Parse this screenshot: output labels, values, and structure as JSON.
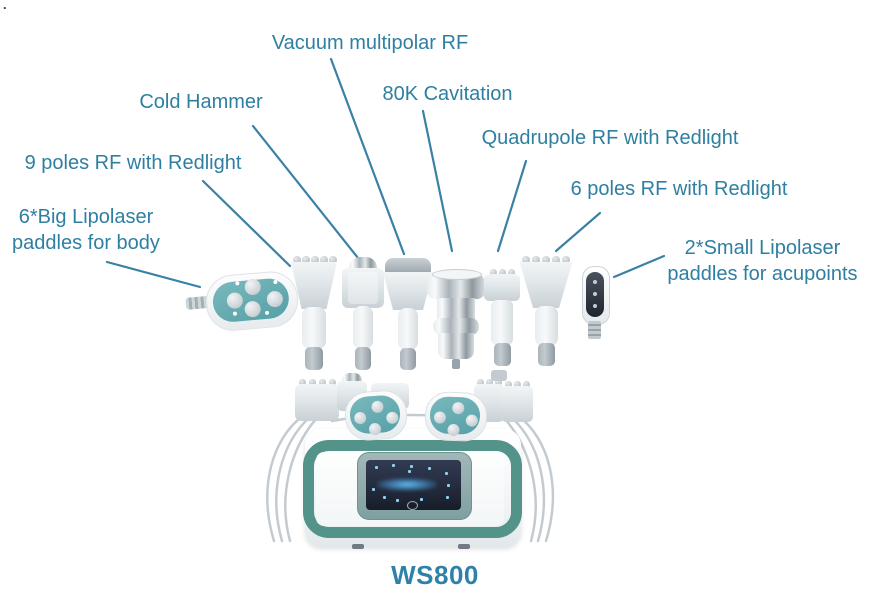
{
  "colors": {
    "label_text": "#2e7fa1",
    "leader_line": "#3a81a4",
    "model_text": "#2e81a8",
    "paddle_teal": "#63abb1",
    "machine_teal": "#54938a",
    "screen_glow": "#58b7ee"
  },
  "stray_mark": ".",
  "callouts": {
    "vacuum_rf": {
      "label": "Vacuum multipolar RF"
    },
    "cold_hammer": {
      "label": "Cold Hammer"
    },
    "cavitation_80k": {
      "label": "80K Cavitation"
    },
    "quadrupole_rf": {
      "label": "Quadrupole RF with Redlight"
    },
    "nine_poles_rf": {
      "label": "9 poles RF with Redlight"
    },
    "six_poles_rf": {
      "label": "6 poles RF with Redlight"
    },
    "big_lipolaser": {
      "line1": "6*Big Lipolaser",
      "line2": "paddles for body"
    },
    "small_lipolaser": {
      "line1": "2*Small Lipolaser",
      "line2": "paddles for acupoints"
    }
  },
  "product": {
    "model": "WS800"
  }
}
